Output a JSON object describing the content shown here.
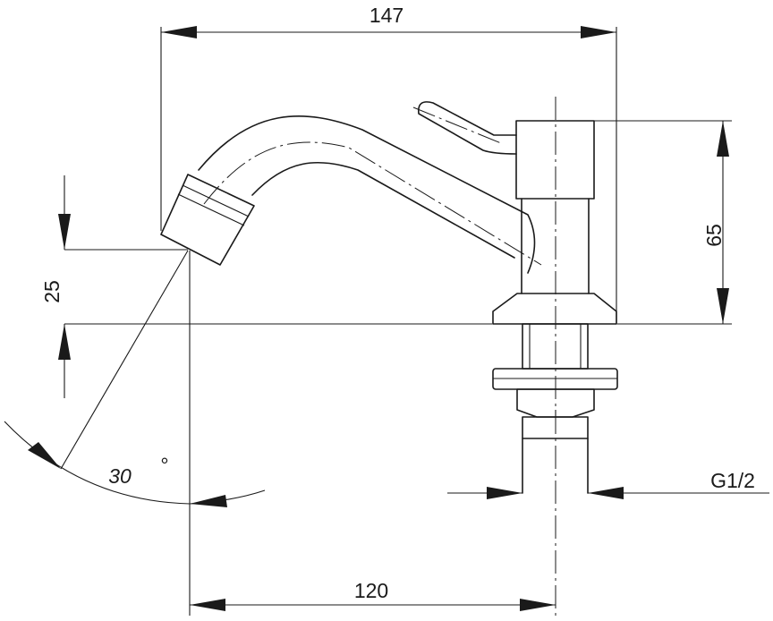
{
  "dimensions": {
    "overall_width": "147",
    "spout_height": "25",
    "body_height": "65",
    "reach": "120",
    "angle": "30",
    "angle_unit": "°",
    "thread": "G1/2"
  }
}
